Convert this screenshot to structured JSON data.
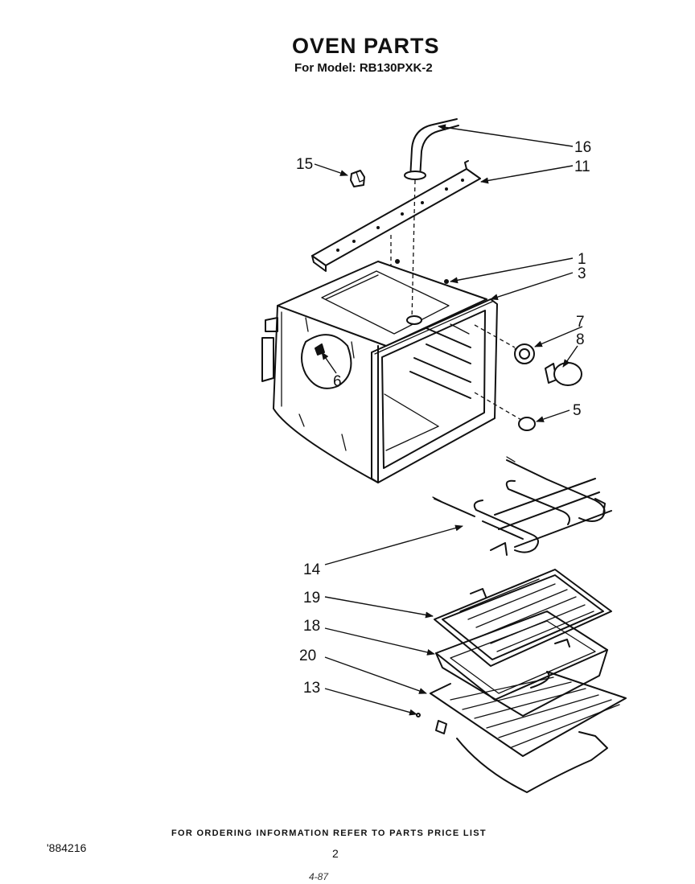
{
  "header": {
    "title": "OVEN PARTS",
    "subtitle": "For Model: RB130PXK-2"
  },
  "callouts": [
    "16",
    "11",
    "15",
    "1",
    "3",
    "7",
    "8",
    "6",
    "5",
    "14",
    "19",
    "18",
    "20",
    "13"
  ],
  "footer": {
    "ordering_note": "FOR ORDERING INFORMATION REFER TO PARTS PRICE LIST",
    "doc_number": "'884216",
    "page": "2",
    "handwritten_mark": "4-87"
  }
}
